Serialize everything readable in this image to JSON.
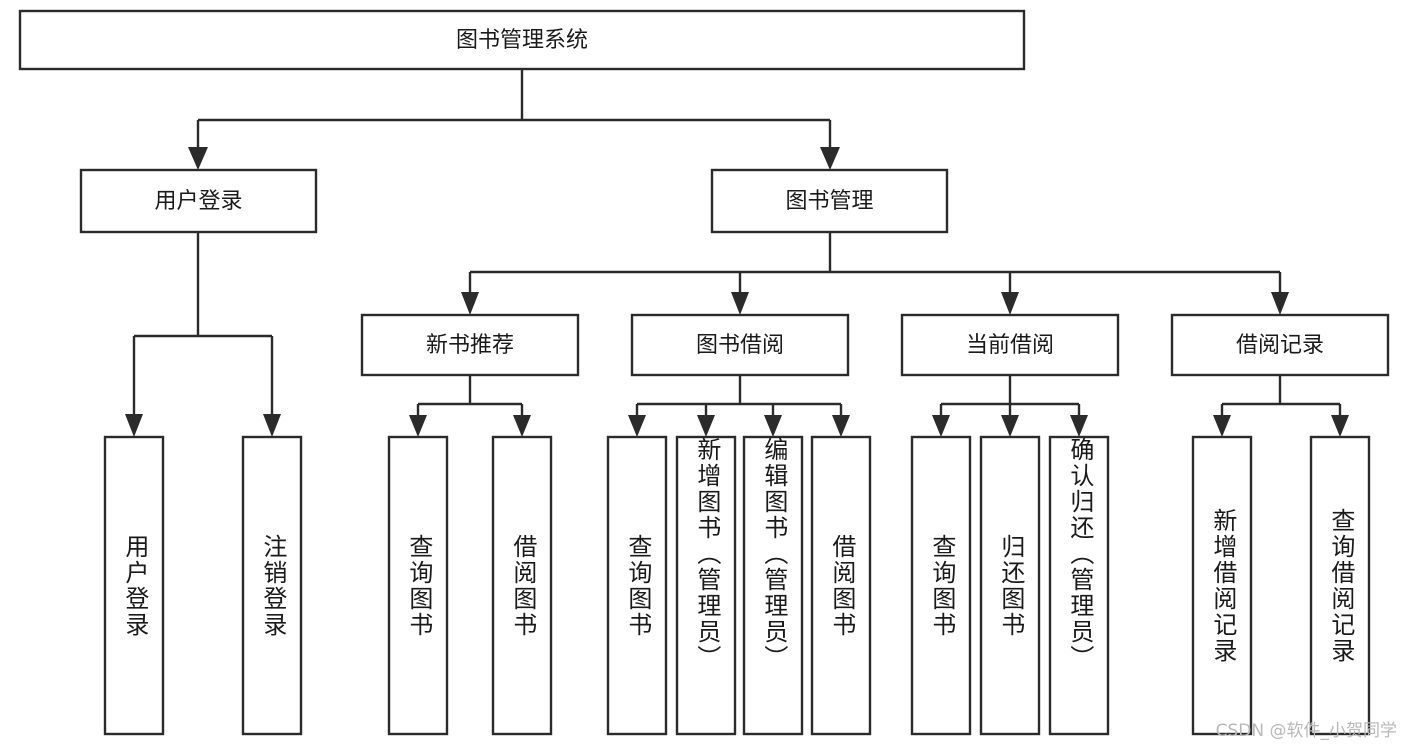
{
  "diagram": {
    "type": "tree",
    "title": "图书管理系统",
    "watermark": "CSDN @软件_小贺同学",
    "colors": {
      "stroke": "#2b2b2b",
      "fill": "#ffffff",
      "text": "#1a1a1a",
      "watermark": "#b9b9b9",
      "background": "#ffffff"
    },
    "root": {
      "label": "图书管理系统"
    },
    "level2": [
      {
        "label": "用户登录"
      },
      {
        "label": "图书管理"
      }
    ],
    "level3": [
      {
        "label": "新书推荐"
      },
      {
        "label": "图书借阅"
      },
      {
        "label": "当前借阅"
      },
      {
        "label": "借阅记录"
      }
    ],
    "leaves": {
      "user_login": [
        {
          "label": "用户登录"
        },
        {
          "label": "注销登录"
        }
      ],
      "new_book_recommend": [
        {
          "label": "查询图书"
        },
        {
          "label": "借阅图书"
        }
      ],
      "book_borrow": [
        {
          "label": "查询图书"
        },
        {
          "label": "新增图书（管理员）"
        },
        {
          "label": "编辑图书（管理员）"
        },
        {
          "label": "借阅图书"
        }
      ],
      "current_borrow": [
        {
          "label": "查询图书"
        },
        {
          "label": "归还图书"
        },
        {
          "label": "确认归还（管理员）"
        }
      ],
      "borrow_record": [
        {
          "label": "新增借阅记录"
        },
        {
          "label": "查询借阅记录"
        }
      ]
    }
  }
}
